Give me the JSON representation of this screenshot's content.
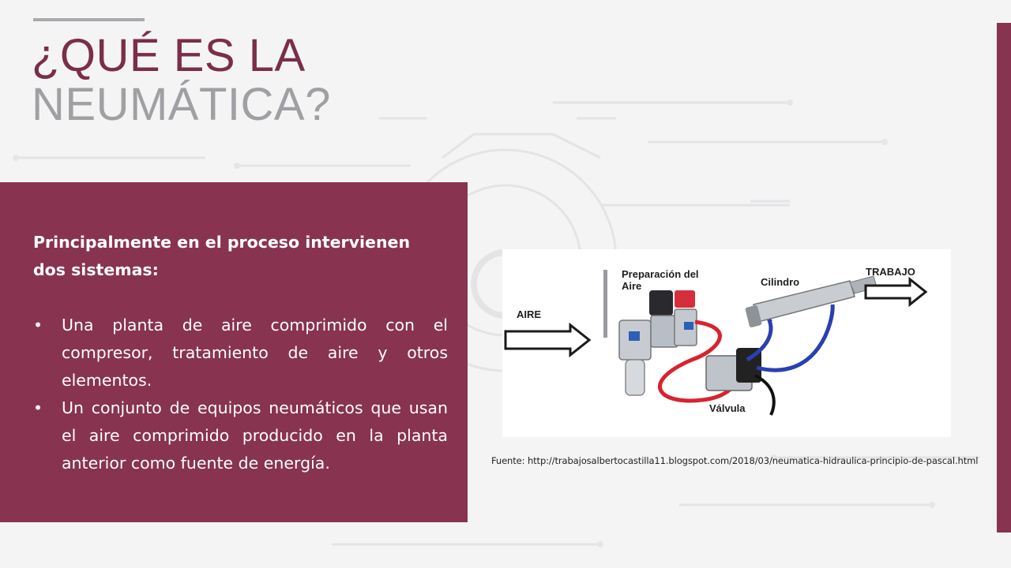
{
  "title": {
    "line1": "¿QUÉ ES LA",
    "line2": "NEUMÁTICA?"
  },
  "panel": {
    "lead": "Principalmente en el proceso intervienen dos sistemas:",
    "bullets": [
      "Una planta de aire comprimido con el compresor, tratamiento de aire y otros elementos.",
      "Un conjunto de equipos neumáticos que usan el aire comprimido producido en la planta anterior como fuente de energía."
    ],
    "bullet_glyph": "•"
  },
  "figure": {
    "labels": {
      "aire": "AIRE",
      "preparacion_line1": "Preparación del",
      "preparacion_line2": "Aire",
      "cilindro": "Cilindro",
      "trabajo": "TRABAJO",
      "valvula": "Válvula"
    }
  },
  "source": "Fuente: http://trabajosalbertocastilla11.blogspot.com/2018/03/neumatica-hidraulica-principio-de-pascal.html",
  "colors": {
    "accent": "#88334f",
    "title_primary": "#7a2e49",
    "title_secondary": "#a0a0a4"
  }
}
